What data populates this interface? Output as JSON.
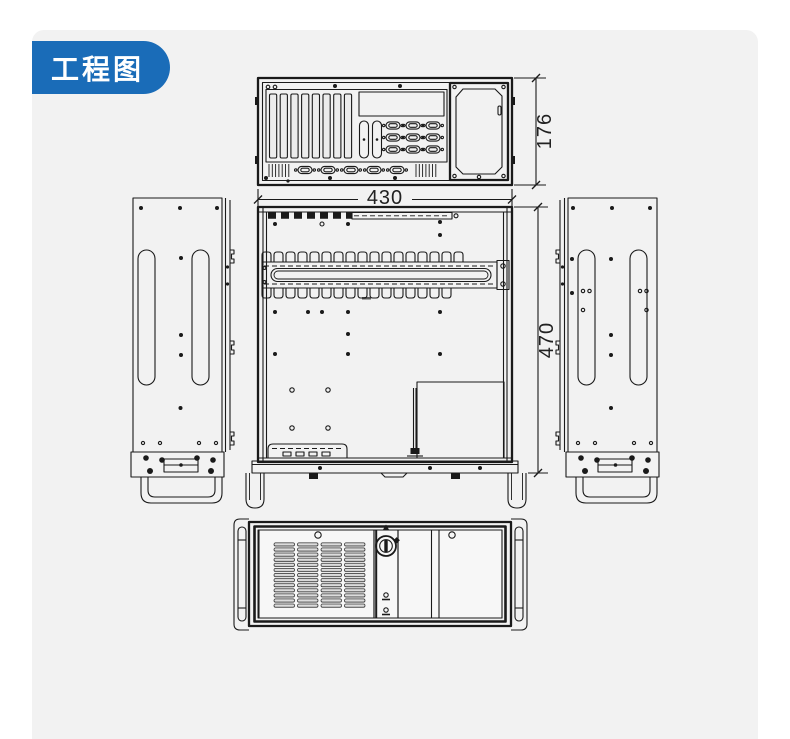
{
  "page": {
    "background_color": "#ffffff",
    "panel_background_color": "#f2f2f2"
  },
  "badge": {
    "label": "工程图",
    "background_color": "#1a6cb8",
    "text_color": "#ffffff"
  },
  "drawing": {
    "line_color": "#1a1a1a",
    "dimensions": {
      "width": "430",
      "rear_height": "176",
      "depth": "470"
    }
  }
}
